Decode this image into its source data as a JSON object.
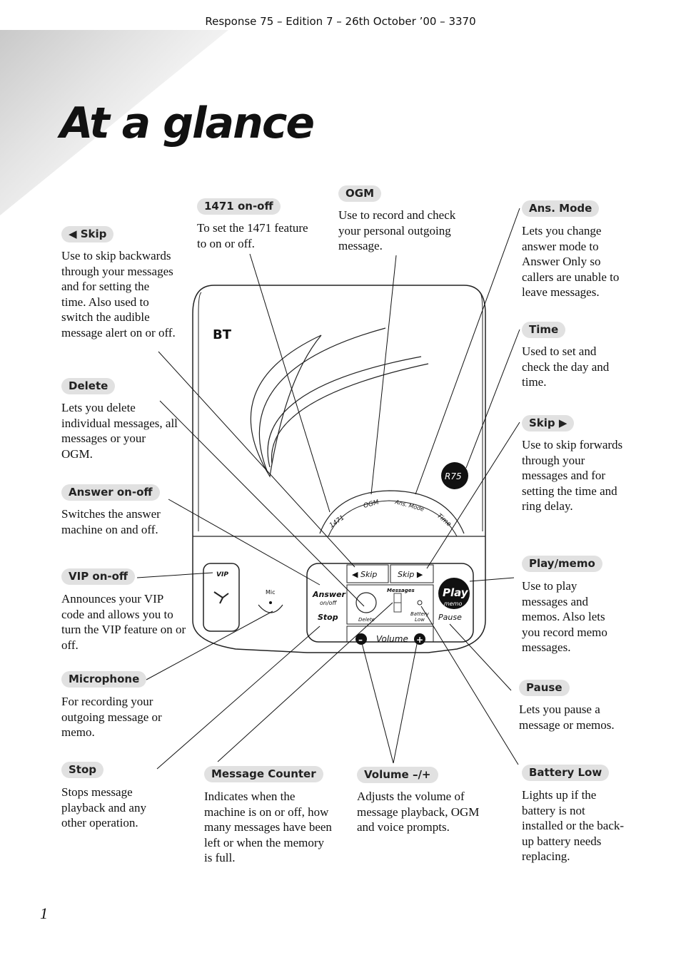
{
  "header": "Response 75 – Edition 7 – 26th October ’00 – 3370",
  "title": "At a glance",
  "page_number": "1",
  "callouts": {
    "skip_back": {
      "label": "◀ Skip",
      "text": "Use to skip backwards through your messages and for setting the time. Also used to switch the audible message alert on or off."
    },
    "delete": {
      "label": "Delete",
      "text": "Lets you delete individual messages, all messages or your OGM."
    },
    "answer": {
      "label": "Answer on-off",
      "text": "Switches the answer machine on and off."
    },
    "vip": {
      "label": "VIP on-off",
      "text": "Announces your VIP code and allows you to turn the VIP feature on or off."
    },
    "microphone": {
      "label": "Microphone",
      "text": "For recording your outgoing message or memo."
    },
    "stop": {
      "label": "Stop",
      "text": "Stops message playback and any other operation."
    },
    "counter": {
      "label": "Message Counter",
      "text": "Indicates when the machine is on or off, how many messages have been left or when the memory is full."
    },
    "volume": {
      "label": "Volume –/+",
      "text": "Adjusts the volume of message playback, OGM and voice prompts."
    },
    "battery": {
      "label": "Battery Low",
      "text": "Lights up if the battery is not installed or the back-up battery needs replacing."
    },
    "pause": {
      "label": "Pause",
      "text": "Lets you pause a message or memos."
    },
    "play": {
      "label": "Play/memo",
      "text": "Use to play messages and memos. Also lets you record memo messages."
    },
    "skip_fwd": {
      "label": "Skip ▶",
      "text": "Use to skip forwards through your messages and for setting the time and ring delay."
    },
    "time": {
      "label": "Time",
      "text": "Used to set and check the day and time."
    },
    "ans_mode": {
      "label": "Ans. Mode",
      "text": "Lets you change answer mode to Answer Only so callers are unable to leave messages."
    },
    "ogm": {
      "label": "OGM",
      "text": "Use to record and check your personal outgoing message."
    },
    "n1471": {
      "label": "1471 on-off",
      "text": "To set the 1471 feature to on or off."
    }
  },
  "device": {
    "brand": "BT",
    "model": "R75",
    "keys": {
      "k1471": "1471",
      "ogm": "OGM",
      "ans_mode": "Ans. Mode",
      "time": "Time"
    },
    "skip_back": "◀ Skip",
    "skip_fwd": "Skip ▶",
    "vip": "VIP",
    "mic": "Mic",
    "answer": "Answer",
    "on_off": "on/off",
    "stop": "Stop",
    "messages": "Messages",
    "delete": "Delete",
    "battery": "Battery",
    "low": "Low",
    "play": "Play",
    "memo": "memo",
    "pause": "Pause",
    "volume": "Volume",
    "minus": "–",
    "plus": "+"
  }
}
